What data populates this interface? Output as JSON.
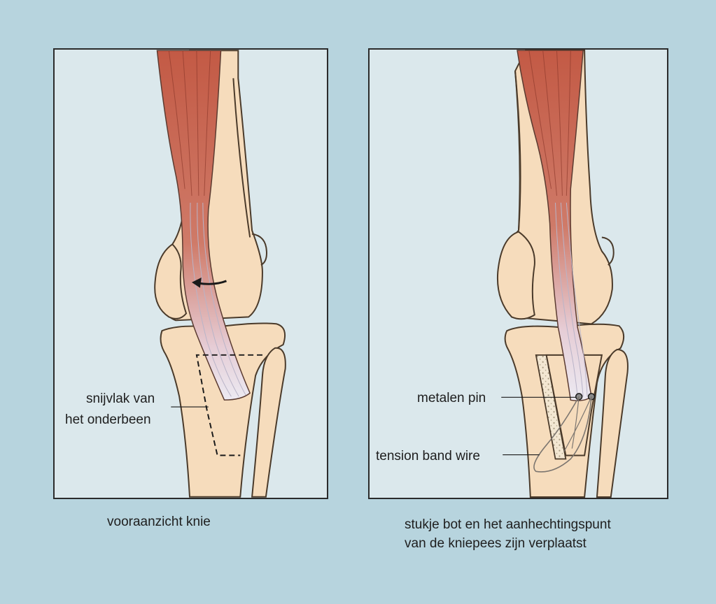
{
  "left_panel": {
    "label_cut_line1": "snijvlak van",
    "label_cut_line2": "het onderbeen",
    "caption": "vooraanzicht knie"
  },
  "right_panel": {
    "label_pin": "metalen pin",
    "label_wire": "tension band wire",
    "caption_line1": "stukje bot en het aanhechtingspunt",
    "caption_line2": "van de kniepees zijn verplaatst"
  },
  "colors": {
    "background": "#b7d4de",
    "panel": "#dbe8ec",
    "bone": "#f6dcbc",
    "muscle": "#c8614c",
    "tendon": "#eceaf2",
    "outline": "#4a3a2a"
  }
}
